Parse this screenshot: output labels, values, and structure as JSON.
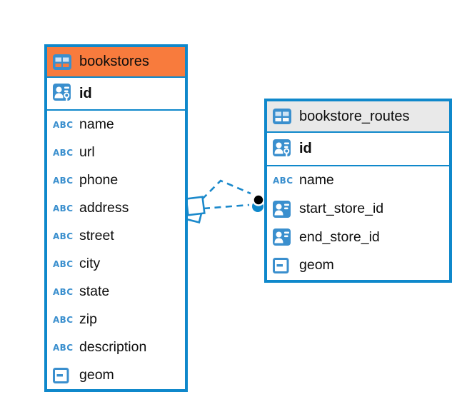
{
  "diagram": {
    "background_color": "#ffffff",
    "accent_blue": "#0f88cb",
    "icon_blue": "#3a8fce"
  },
  "tables": [
    {
      "name": "bookstores",
      "header_color": "#f87b3d",
      "primary_key": {
        "label": "id",
        "type": "primary-key"
      },
      "fields": [
        {
          "label": "name",
          "type": "text"
        },
        {
          "label": "url",
          "type": "text"
        },
        {
          "label": "phone",
          "type": "text"
        },
        {
          "label": "address",
          "type": "text"
        },
        {
          "label": "street",
          "type": "text"
        },
        {
          "label": "city",
          "type": "text"
        },
        {
          "label": "state",
          "type": "text"
        },
        {
          "label": "zip",
          "type": "text"
        },
        {
          "label": "description",
          "type": "text"
        },
        {
          "label": "geom",
          "type": "geometry"
        }
      ]
    },
    {
      "name": "bookstore_routes",
      "header_color": "#e9e9e9",
      "primary_key": {
        "label": "id",
        "type": "primary-key"
      },
      "fields": [
        {
          "label": "name",
          "type": "text"
        },
        {
          "label": "start_store_id",
          "type": "reference"
        },
        {
          "label": "end_store_id",
          "type": "reference"
        },
        {
          "label": "geom",
          "type": "geometry"
        }
      ]
    }
  ],
  "icons": {
    "text_type_glyph": "ABC"
  },
  "relationship": {
    "from_table": "bookstores",
    "to_table": "bookstore_routes",
    "line_style": "dashed",
    "line_color": "#1b89cb",
    "from_marker": "overlapping-squares",
    "to_marker": "filled-dot"
  }
}
